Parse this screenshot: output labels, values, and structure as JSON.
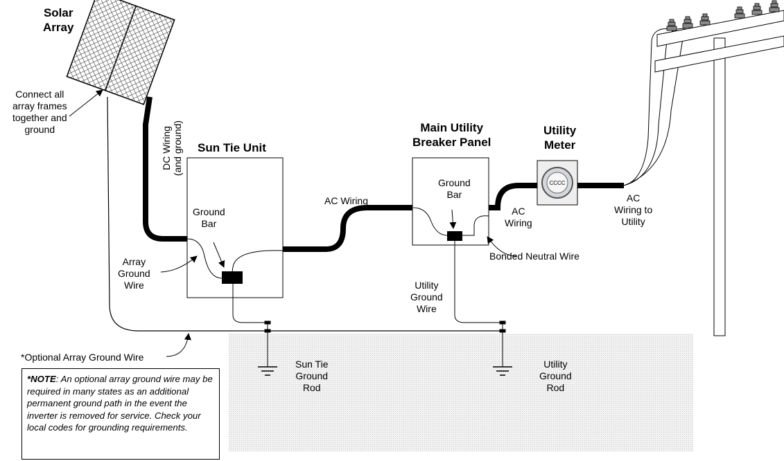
{
  "labels": {
    "solar_array": [
      "Solar",
      "Array"
    ],
    "connect_frames": [
      "Connect all",
      "array frames",
      "together and",
      "ground"
    ],
    "dc_wiring": [
      "DC Wiring",
      "(and ground)"
    ],
    "sun_tie_unit": "Sun Tie Unit",
    "ground_bar_left": [
      "Ground",
      "Bar"
    ],
    "array_ground_wire": [
      "Array",
      "Ground",
      "Wire"
    ],
    "ac_wiring_mid": "AC Wiring",
    "main_panel": [
      "Main Utility",
      "Breaker Panel"
    ],
    "ground_bar_right": [
      "Ground",
      "Bar"
    ],
    "utility_meter": [
      "Utility",
      "Meter"
    ],
    "ac_wiring_right": [
      "AC",
      "Wiring"
    ],
    "ac_wiring_to_utility": [
      "AC",
      "Wiring to",
      "Utility"
    ],
    "bonded_neutral": "Bonded Neutral Wire",
    "utility_ground_wire": [
      "Utility",
      "Ground",
      "Wire"
    ],
    "sun_tie_ground_rod": [
      "Sun Tie",
      "Ground",
      "Rod"
    ],
    "utility_ground_rod": [
      "Utility",
      "Ground",
      "Rod"
    ],
    "optional_wire": "*Optional Array Ground Wire",
    "meter_dial": "CCCC"
  },
  "note": {
    "prefix": "*NOTE",
    "body": ": An optional array ground wire may be required in many states as an additional permanent ground path in the event the inverter is removed for service. Check your local codes for grounding requirements."
  }
}
